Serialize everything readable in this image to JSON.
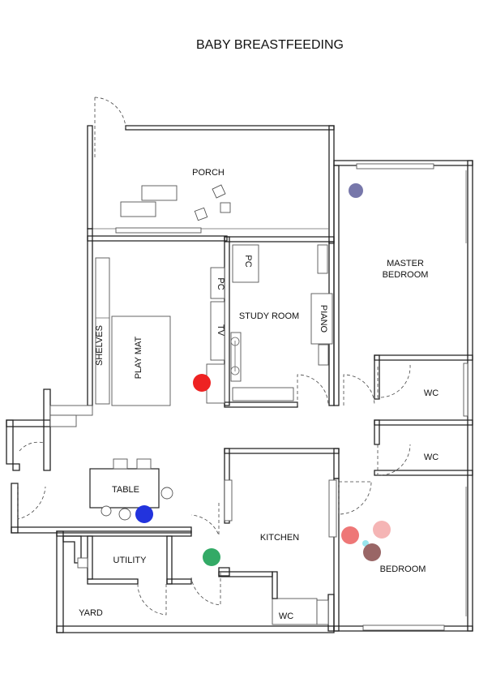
{
  "title": "BABY BREASTFEEDING",
  "rooms": {
    "porch": "PORCH",
    "master_bedroom_line1": "MASTER",
    "master_bedroom_line2": "BEDROOM",
    "study_room": "STUDY ROOM",
    "pc_top": "PC",
    "pc_side": "PC",
    "tv": "TV",
    "piano": "PIANO",
    "shelves": "SHELVES",
    "play_mat": "PLAY MAT",
    "wc_upper": "WC",
    "wc_middle": "WC",
    "table": "TABLE",
    "kitchen": "KITCHEN",
    "utility": "UTILITY",
    "bedroom": "BEDROOM",
    "yard": "YARD",
    "wc_kitchen": "WC"
  },
  "markers": {
    "purple": "#7777aa",
    "red": "#ee2222",
    "blue": "#2233dd",
    "green": "#33aa66",
    "salmon": "#ee7777",
    "pink": "#f5b5b5",
    "cyan": "#99e6ee",
    "brown": "#996666"
  }
}
